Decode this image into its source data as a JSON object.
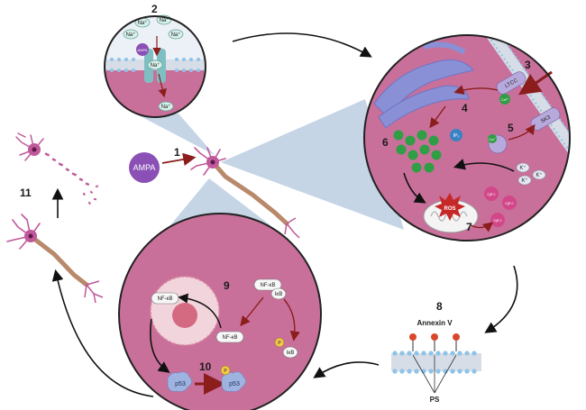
{
  "steps": [
    "1",
    "2",
    "3",
    "4",
    "5",
    "6",
    "7",
    "8",
    "9",
    "10",
    "11"
  ],
  "stimulus": {
    "ampa_big": "AMPA",
    "ampa_small": "AMPA"
  },
  "ions": {
    "na": "Na⁺",
    "k": "K⁺",
    "ca": "Ca²⁺"
  },
  "channels": {
    "ltcc": "LTCC",
    "sk3": "SK3"
  },
  "molecules": {
    "ip3": "IP₃",
    "ros": "ROS",
    "cyt_c": "cyt c",
    "nfkb": "NF-κB",
    "ikb": "IκB",
    "p": "P",
    "p53": "p53",
    "annexin": "Annexin V",
    "ps": "PS"
  },
  "colors": {
    "cytoplasm": "#c9709a",
    "bubble_bg": "#ecf0f7",
    "er": "#8a90d6",
    "channel": "#8fc7c9",
    "sk_channel": "#b8a9dc",
    "calcium": "#2f9e44",
    "cyt_c": "#d2468a",
    "ros": "#c62828",
    "arrow": "#8b1d1d",
    "membrane_head": "#8fc3e8",
    "annexin": "#d9472b",
    "neuron": "#c0589a",
    "axon": "#b8896a"
  }
}
